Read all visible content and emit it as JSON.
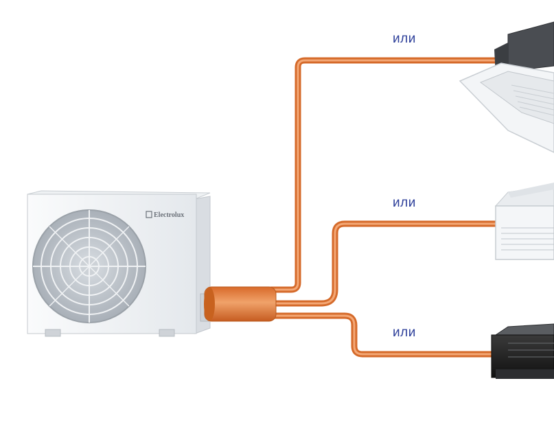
{
  "brand": "Electrolux",
  "connection_labels": [
    "или",
    "или",
    "или"
  ],
  "icons": {
    "outdoor_unit": "outdoor-condenser-unit",
    "indoor_unit_1": "ceiling-cassette-unit",
    "indoor_unit_2": "floor-ceiling-unit",
    "indoor_unit_3": "ducted-unit"
  },
  "colors": {
    "pipe": "#e2793a",
    "pipe_highlight": "#f4a876",
    "label": "#2d3f9a",
    "unit_body": "#f2f4f6"
  }
}
